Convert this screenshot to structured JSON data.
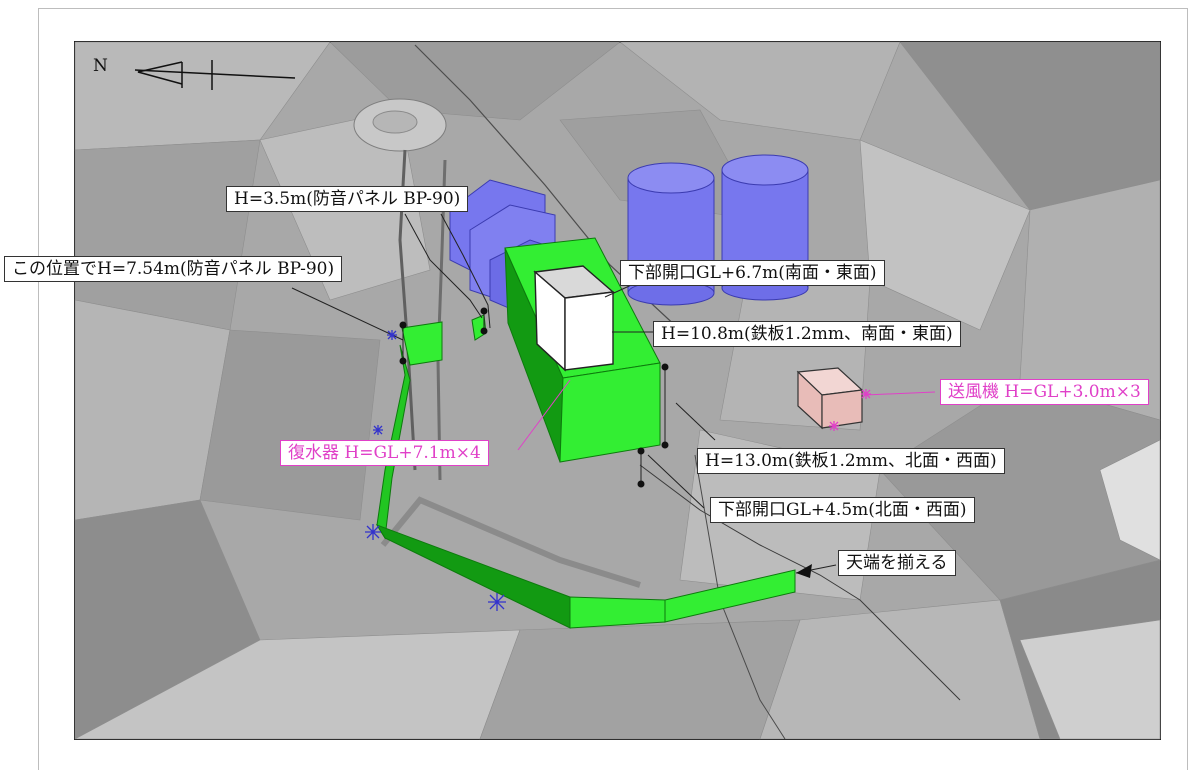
{
  "north_label": "N",
  "labels": {
    "bp_35": "H=3.5m(防音パネル BP-90)",
    "bp_754": "この位置でH=7.54m(防音パネル BP-90)",
    "opening_south": "下部開口GL+6.7m(南面・東面)",
    "h108": "H=10.8m(鉄板1.2mm、南面・東面)",
    "blower": "送風機 H=GL+3.0m×3",
    "condenser": "復水器 H=GL+7.1m×4",
    "h130": "H=13.0m(鉄板1.2mm、北面・西面)",
    "opening_north": "下部開口GL+4.5m(北面・西面)",
    "align_top": "天端を揃える"
  },
  "colors": {
    "terrain": "#a9a9a9",
    "wall_green": "#33ee33",
    "wall_green_dark": "#129a12",
    "tank_blue": "#7777ee",
    "blower_pink": "#e8bcb8",
    "magenta": "#e040c8"
  }
}
